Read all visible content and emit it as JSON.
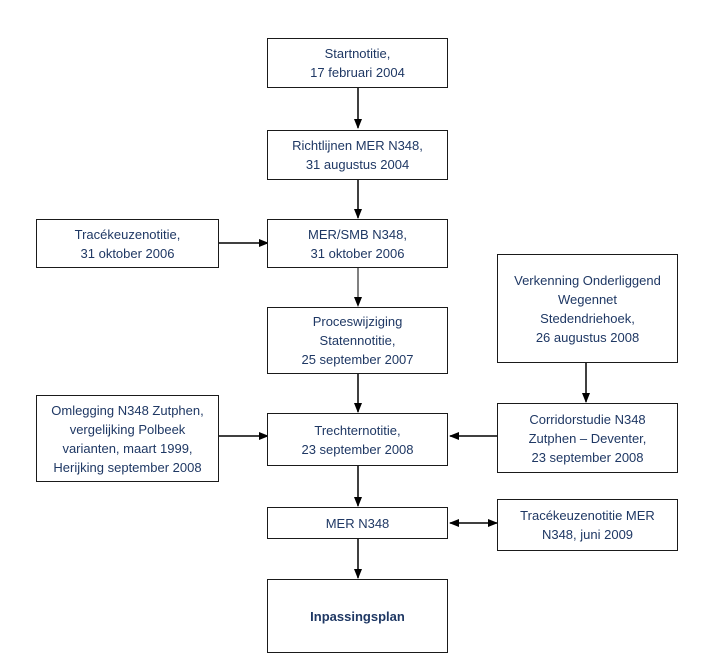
{
  "colors": {
    "text": "#1f3864",
    "border": "#1a1a1a",
    "arrow": "#000000"
  },
  "boxes": {
    "startnotitie": [
      "Startnotitie,",
      "17 februari 2004"
    ],
    "richtlijnen": [
      "Richtlijnen MER N348,",
      "31 augustus 2004"
    ],
    "tracekeuzenotitie_2006": [
      "Tracékeuzenotitie,",
      "31 oktober 2006"
    ],
    "mer_smb": [
      "MER/SMB N348,",
      "31 oktober 2006"
    ],
    "verkenning": [
      "Verkenning Onderliggend",
      "Wegennet",
      "Stedendriehoek,",
      "26 augustus 2008"
    ],
    "proceswijziging": [
      "Proceswijziging",
      "Statennotitie,",
      "25 september 2007"
    ],
    "omlegging": [
      "Omlegging N348 Zutphen,",
      "vergelijking Polbeek",
      "varianten, maart 1999,",
      "Herijking september 2008"
    ],
    "trechternotitie": [
      "Trechternotitie,",
      "23 september 2008"
    ],
    "corridorstudie": [
      "Corridorstudie N348",
      "Zutphen – Deventer,",
      "23 september 2008"
    ],
    "mer_n348": [
      "MER N348"
    ],
    "tracekeuzenotitie_mer": [
      "Tracékeuzenotitie MER",
      "N348, juni 2009"
    ],
    "inpassingsplan": [
      "Inpassingsplan"
    ]
  }
}
